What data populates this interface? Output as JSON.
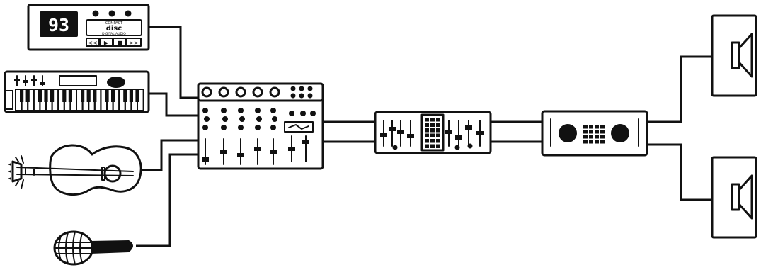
{
  "cd_player": {
    "display_digits": "93",
    "logo_top": "COMPACT",
    "logo_main": "disc",
    "logo_bottom": "DIGITAL AUDIO",
    "buttons": [
      "<<",
      "▶",
      "■",
      ">>"
    ]
  },
  "colors": {
    "ink": "#111111",
    "paper": "#ffffff"
  },
  "icons": [
    "cd-player-icon",
    "keyboard-synth-icon",
    "acoustic-guitar-icon",
    "microphone-icon",
    "mixing-console-icon",
    "effects-processor-icon",
    "dj-controller-icon",
    "speaker-icon"
  ]
}
